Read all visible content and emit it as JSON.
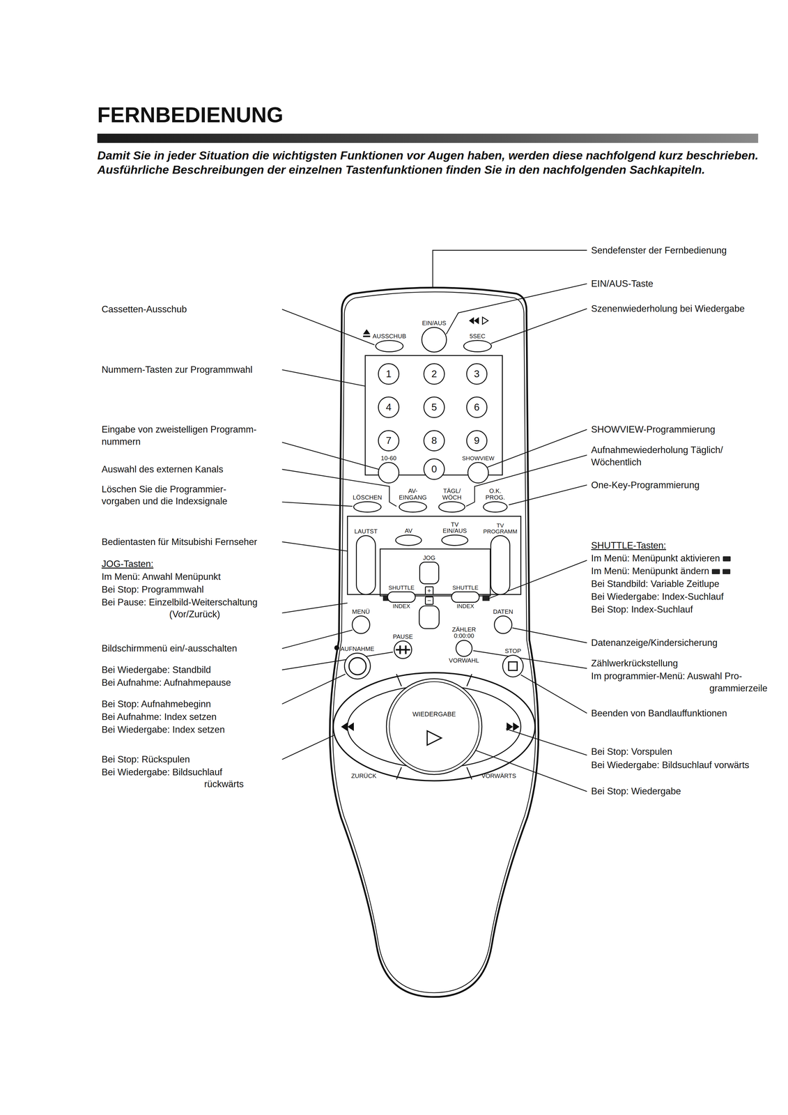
{
  "diagram": {
    "title": "FERNBEDIENUNG",
    "nodes": [
      {
        "text": [
          "AUSSCHUB"
        ]
      },
      {
        "text": [
          "EIN/AUS"
        ]
      },
      {
        "text": [
          "5SEC"
        ]
      },
      {
        "text": [
          "1"
        ]
      },
      {
        "text": [
          "2"
        ]
      },
      {
        "text": [
          "3"
        ]
      },
      {
        "text": [
          "4"
        ]
      },
      {
        "text": [
          "5"
        ]
      },
      {
        "text": [
          "6"
        ]
      },
      {
        "text": [
          "7"
        ]
      },
      {
        "text": [
          "8"
        ]
      },
      {
        "text": [
          "9"
        ]
      },
      {
        "text": [
          "10-60"
        ]
      },
      {
        "text": [
          "0"
        ]
      },
      {
        "text": [
          "SHOWVIEW"
        ]
      },
      {
        "text": [
          "LÖSCHEN"
        ]
      },
      {
        "text": [
          "AV- EINGANG"
        ]
      },
      {
        "text": [
          "TÄGL/ WÖCH"
        ]
      },
      {
        "text": [
          "O.K. PROG."
        ]
      },
      {
        "text": [
          "LAUTST"
        ]
      },
      {
        "text": [
          "AV"
        ]
      },
      {
        "text": [
          "TV EIN/AUS"
        ]
      },
      {
        "text": [
          "TV PROGRAMM"
        ]
      },
      {
        "text": [
          "JOG"
        ]
      },
      {
        "text": [
          "SHUTTLE",
          "INDEX"
        ]
      },
      {
        "text": [
          "SHUTTLE",
          "INDEX"
        ]
      },
      {
        "text": [
          "+"
        ]
      },
      {
        "text": [
          "−"
        ]
      },
      {
        "text": [
          "MENÜ"
        ]
      },
      {
        "text": [
          "PAUSE"
        ]
      },
      {
        "text": [
          "ZÄHLER 0:00:00",
          "VORWAHL"
        ]
      },
      {
        "text": [
          "DATEN"
        ]
      },
      {
        "text": [
          "AUFNAHME"
        ]
      },
      {
        "text": [
          "STOP"
        ]
      },
      {
        "text": [
          "WIEDERGABE"
        ]
      }
    ],
    "labels": [
      "Damit Sie in jeder Situation die wichtigsten Funktionen vor Augen haben, werden diese nachfolgend kurz beschrieben. Ausführliche Beschreibungen der einzelnen Tastenfunktionen finden Sie in den nachfolgenden Sachkapiteln.",
      "Cassetten-Ausschub",
      "Nummern-Tasten zur Programmwahl",
      "Eingabe von zweistelligen Programm- nummern",
      "Auswahl des externen Kanals",
      "Löschen Sie die Programmier- vorgaben und die Indexsignale",
      "Bedientasten für Mitsubishi Fernseher",
      "JOG-Tasten:",
      "Im Menü: Anwahl Menüpunkt",
      "Bei Stop: Programmwahl",
      "Bei Pause: Einzelbild-Weiterschaltung (Vor/Zurück)",
      "Bildschirmmenü ein/-ausschalten",
      "Bei Wiedergabe: Standbild",
      "Bei Aufnahme: Aufnahmepause",
      "Bei Stop: Aufnahmebeginn",
      "Bei Aufnahme: Index setzen",
      "Bei Wiedergabe: Index setzen",
      "Bei Stop: Rückspulen",
      "Bei Wiedergabe: Bildsuchlauf rückwärts",
      "Sendefenster der Fernbedienung",
      "EIN/AUS-Taste",
      "Szenenwiederholung bei Wiedergabe",
      "SHOWVIEW-Programmierung",
      "Aufnahmewiederholung Täglich/ Wöchentlich",
      "One-Key-Programmierung",
      "SHUTTLE-Tasten:",
      "Im Menü: Menüpunkt aktivieren",
      "Im Menü: Menüpunkt ändern",
      "Bei Standbild: Variable Zeitlupe",
      "Bei Wiedergabe: Index-Suchlauf",
      "Bei Stop: Index-Suchlauf",
      "Datenanzeige/Kindersicherung",
      "Zählwerkrückstellung",
      "Im programmier-Menü: Auswahl Pro- grammierzeile",
      "Beenden von Bandlauffunktionen",
      "Bei Stop: Vorspulen",
      "Bei Wiedergabe: Bildsuchlauf vorwärts",
      "Bei Stop: Wiedergabe",
      "ZURÜCK",
      "VORWÄRTS"
    ]
  }
}
